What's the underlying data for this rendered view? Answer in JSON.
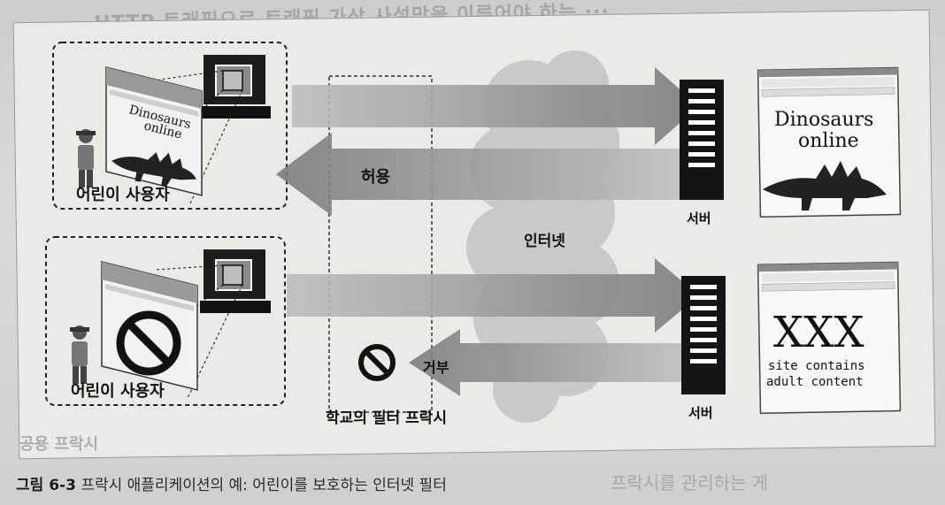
{
  "labels": {
    "child_user_top": "어린이 사용자",
    "child_user_bottom": "어린이 사용자",
    "allow": "허용",
    "deny": "거부",
    "internet": "인터넷",
    "server_top": "서버",
    "server_bottom": "서버",
    "school_filter_proxy": "학교의 필터 프락시"
  },
  "screens": {
    "dino_title_1": "Dinosaurs",
    "dino_title_2": "online",
    "xxx": "XXX",
    "blocked_1": "site contains",
    "blocked_2": "adult content"
  },
  "caption": {
    "figure_no": "그림 6-3",
    "text": "프락시 애플리케이션의 예: 어린이를 보호하는 인터넷 필터"
  },
  "colors": {
    "arrow": "#8f8f8f",
    "cloud": "#c8c8c8",
    "dark": "#1a1a1a",
    "panel": "#ebeae6"
  }
}
